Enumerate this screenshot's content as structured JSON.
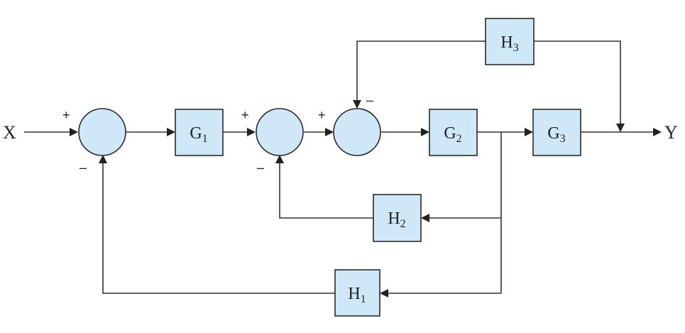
{
  "io": {
    "input": "X",
    "output": "Y"
  },
  "blocks": {
    "g1": {
      "symbol": "G",
      "subscript": "1"
    },
    "g2": {
      "symbol": "G",
      "subscript": "2"
    },
    "g3": {
      "symbol": "G",
      "subscript": "3"
    },
    "h1": {
      "symbol": "H",
      "subscript": "1"
    },
    "h2": {
      "symbol": "H",
      "subscript": "2"
    },
    "h3": {
      "symbol": "H",
      "subscript": "3"
    }
  },
  "signs": {
    "sum1_top": "+",
    "sum1_bottom": "–",
    "sum2_top": "+",
    "sum2_bottom": "–",
    "sum3_left": "+",
    "sum3_top": "–"
  },
  "colors": {
    "block_fill": "#cfe8f8",
    "line": "#333333"
  }
}
